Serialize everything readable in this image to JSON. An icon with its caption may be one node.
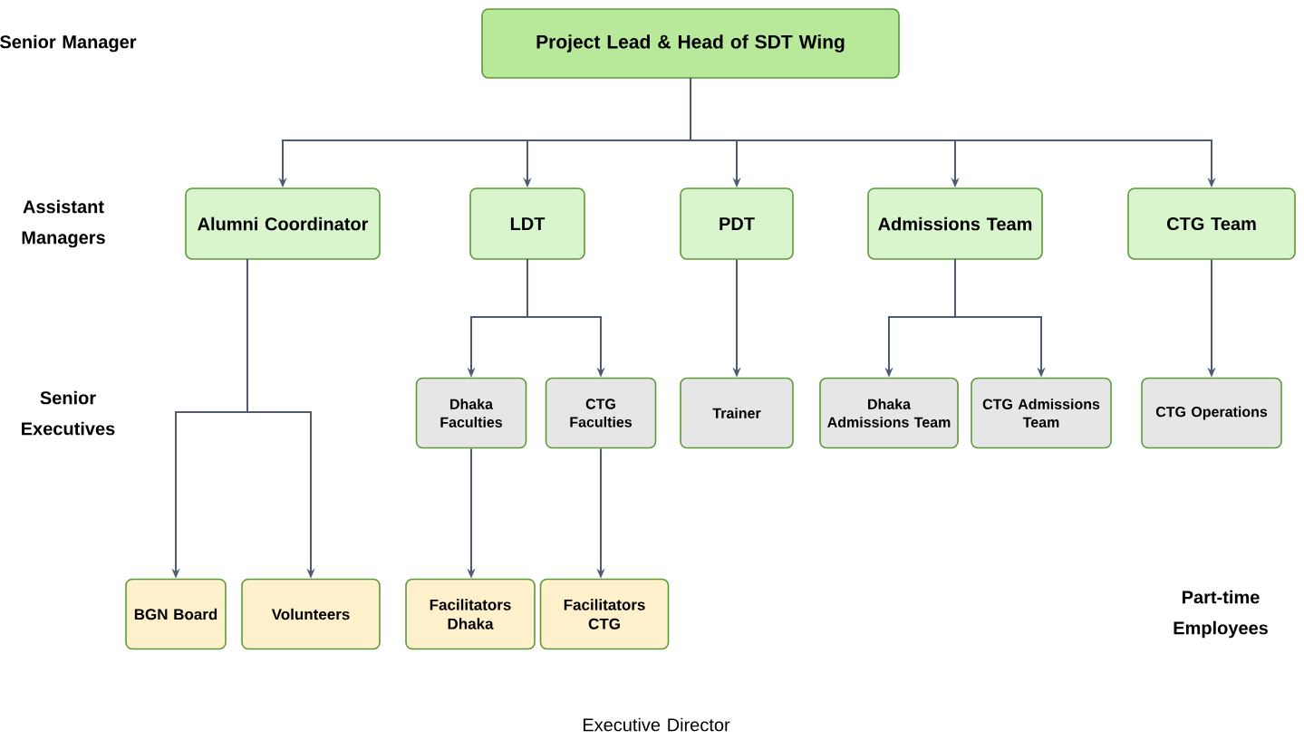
{
  "diagram": {
    "nodes": [
      {
        "text": [
          "Project Lead & Head of SDT Wing"
        ]
      },
      {
        "text": [
          "Alumni Coordinator"
        ]
      },
      {
        "text": [
          "LDT"
        ]
      },
      {
        "text": [
          "PDT"
        ]
      },
      {
        "text": [
          "Admissions Team"
        ]
      },
      {
        "text": [
          "CTG Team"
        ]
      },
      {
        "text": [
          "Dhaka Faculties"
        ]
      },
      {
        "text": [
          "CTG Faculties"
        ]
      },
      {
        "text": [
          "Trainer"
        ]
      },
      {
        "text": [
          "Dhaka Admissions Team"
        ]
      },
      {
        "text": [
          "CTG Admissions Team"
        ]
      },
      {
        "text": [
          "CTG Operations"
        ]
      },
      {
        "text": [
          "BGN Board"
        ]
      },
      {
        "text": [
          "Volunteers"
        ]
      },
      {
        "text": [
          "Facilitators Dhaka"
        ]
      },
      {
        "text": [
          "Facilitators CTG"
        ]
      }
    ],
    "edges": [
      {
        "from": 0,
        "to": 1,
        "arrow": "to"
      },
      {
        "from": 0,
        "to": 2,
        "arrow": "to"
      },
      {
        "from": 0,
        "to": 3,
        "arrow": "to"
      },
      {
        "from": 0,
        "to": 4,
        "arrow": "to"
      },
      {
        "from": 0,
        "to": 5,
        "arrow": "to"
      },
      {
        "from": 2,
        "to": 6,
        "arrow": "to"
      },
      {
        "from": 2,
        "to": 7,
        "arrow": "to"
      },
      {
        "from": 3,
        "to": 8,
        "arrow": "to"
      },
      {
        "from": 4,
        "to": 9,
        "arrow": "to"
      },
      {
        "from": 4,
        "to": 10,
        "arrow": "to"
      },
      {
        "from": 5,
        "to": 11,
        "arrow": "to"
      },
      {
        "from": 1,
        "to": 12,
        "arrow": "to"
      },
      {
        "from": 1,
        "to": 13,
        "arrow": "to"
      },
      {
        "from": 6,
        "to": 14,
        "arrow": "to"
      },
      {
        "from": 7,
        "to": 15,
        "arrow": "to"
      }
    ],
    "labels": [
      "Senior Manager",
      "Assistant Managers",
      "Senior Executives",
      "Part-time Employees",
      "Executive Director"
    ]
  }
}
